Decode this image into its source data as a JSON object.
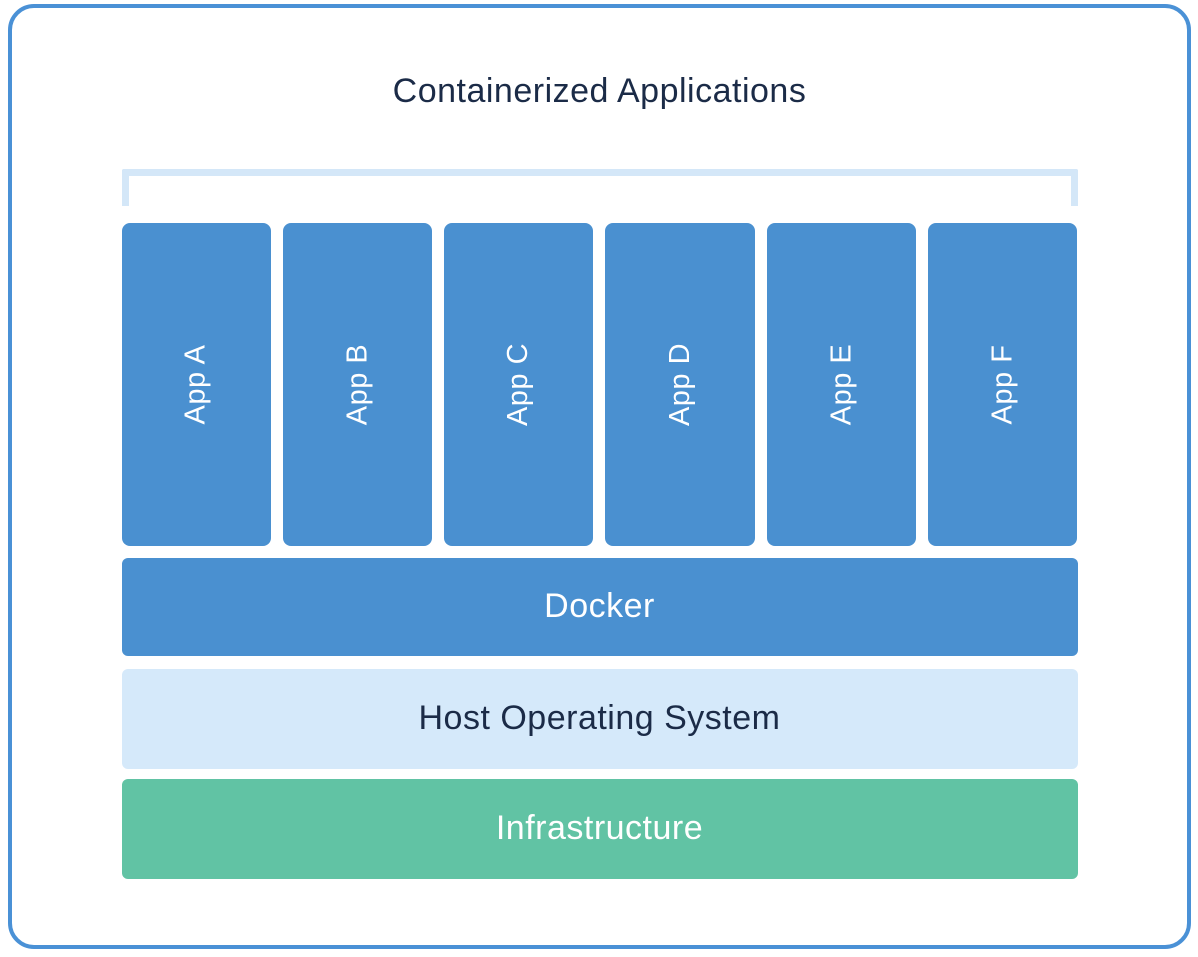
{
  "diagram": {
    "title": "Containerized Applications",
    "apps": [
      {
        "label": "App A"
      },
      {
        "label": "App B"
      },
      {
        "label": "App C"
      },
      {
        "label": "App D"
      },
      {
        "label": "App E"
      },
      {
        "label": "App F"
      }
    ],
    "layers": {
      "docker": {
        "label": "Docker"
      },
      "host_os": {
        "label": "Host Operating System"
      },
      "infrastructure": {
        "label": "Infrastructure"
      }
    },
    "colors": {
      "container_blue": "#4a90d0",
      "host_light_blue": "#d5e9fa",
      "bracket_light_blue": "#d4e7f8",
      "infrastructure_green": "#61c3a4",
      "navy_text": "#1b2b47",
      "card_border_blue": "#4a91d6",
      "white_text": "#ffffff"
    }
  }
}
